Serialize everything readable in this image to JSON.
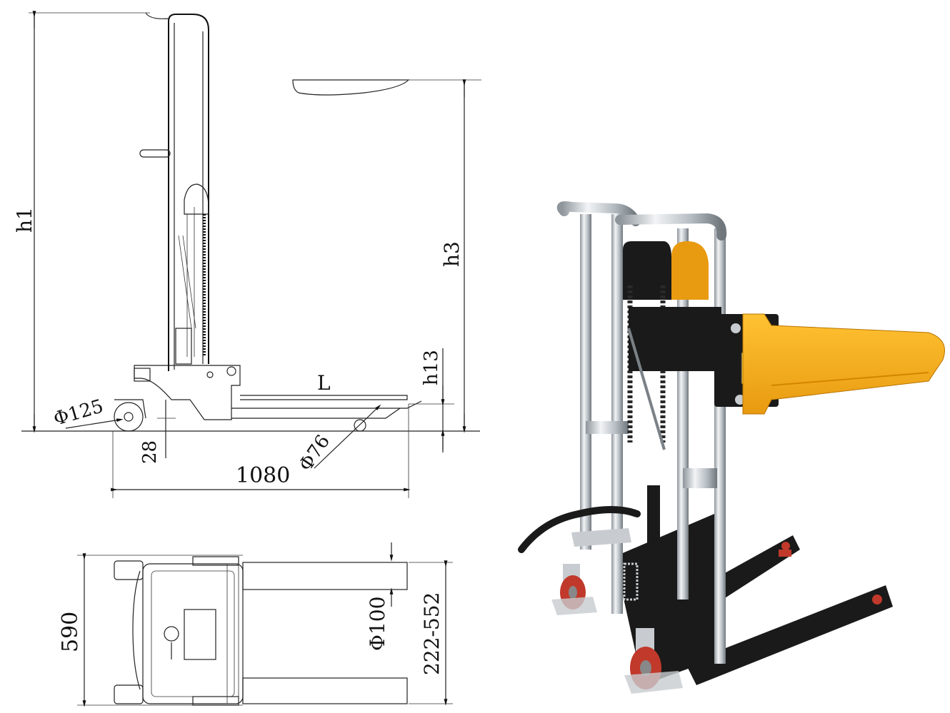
{
  "side_view": {
    "h1": "h1",
    "h3": "h3",
    "h13": "h13",
    "L": "L",
    "wheel_rear": "Φ125",
    "ground_clearance": "28",
    "wheel_front": "Φ76",
    "length": "1080"
  },
  "top_view": {
    "width": "590",
    "roller": "Φ100",
    "fork_spread": "222-552"
  },
  "colors": {
    "fork_yellow": "#F5A623",
    "frame_black": "#1a1a1a",
    "chrome": "#c8ccd0",
    "wheel_red": "#c0392b"
  }
}
